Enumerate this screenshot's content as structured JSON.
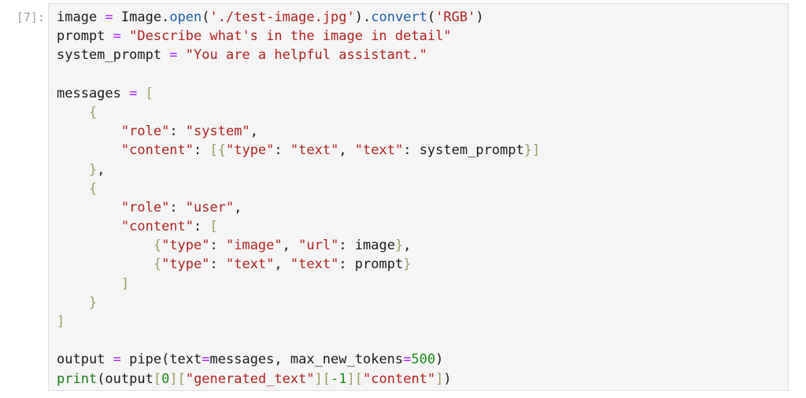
{
  "cell": {
    "prompt": "[7]:",
    "lines": [
      [
        {
          "t": "image ",
          "c": "id"
        },
        {
          "t": "=",
          "c": "op"
        },
        {
          "t": " Image.",
          "c": "id"
        },
        {
          "t": "open",
          "c": "fn"
        },
        {
          "t": "(",
          "c": "id"
        },
        {
          "t": "'./test-image.jpg'",
          "c": "str"
        },
        {
          "t": ").",
          "c": "id"
        },
        {
          "t": "convert",
          "c": "fn"
        },
        {
          "t": "(",
          "c": "id"
        },
        {
          "t": "'RGB'",
          "c": "str"
        },
        {
          "t": ")",
          "c": "id"
        }
      ],
      [
        {
          "t": "prompt ",
          "c": "id"
        },
        {
          "t": "=",
          "c": "op"
        },
        {
          "t": " ",
          "c": "id"
        },
        {
          "t": "\"Describe what's in the image in detail\"",
          "c": "str"
        }
      ],
      [
        {
          "t": "system_prompt ",
          "c": "id"
        },
        {
          "t": "=",
          "c": "op"
        },
        {
          "t": " ",
          "c": "id"
        },
        {
          "t": "\"You are a helpful assistant.\"",
          "c": "str"
        }
      ],
      [],
      [
        {
          "t": "messages ",
          "c": "id"
        },
        {
          "t": "=",
          "c": "op"
        },
        {
          "t": " ",
          "c": "id"
        },
        {
          "t": "[",
          "c": "br"
        }
      ],
      [
        {
          "t": "    ",
          "c": "id"
        },
        {
          "t": "{",
          "c": "br"
        }
      ],
      [
        {
          "t": "        ",
          "c": "id"
        },
        {
          "t": "\"role\"",
          "c": "str"
        },
        {
          "t": ": ",
          "c": "id"
        },
        {
          "t": "\"system\"",
          "c": "str"
        },
        {
          "t": ",",
          "c": "id"
        }
      ],
      [
        {
          "t": "        ",
          "c": "id"
        },
        {
          "t": "\"content\"",
          "c": "str"
        },
        {
          "t": ": ",
          "c": "id"
        },
        {
          "t": "[{",
          "c": "br"
        },
        {
          "t": "\"type\"",
          "c": "str"
        },
        {
          "t": ": ",
          "c": "id"
        },
        {
          "t": "\"text\"",
          "c": "str"
        },
        {
          "t": ", ",
          "c": "id"
        },
        {
          "t": "\"text\"",
          "c": "str"
        },
        {
          "t": ": system_prompt",
          "c": "id"
        },
        {
          "t": "}]",
          "c": "br"
        }
      ],
      [
        {
          "t": "    ",
          "c": "id"
        },
        {
          "t": "}",
          "c": "br"
        },
        {
          "t": ",",
          "c": "id"
        }
      ],
      [
        {
          "t": "    ",
          "c": "id"
        },
        {
          "t": "{",
          "c": "br"
        }
      ],
      [
        {
          "t": "        ",
          "c": "id"
        },
        {
          "t": "\"role\"",
          "c": "str"
        },
        {
          "t": ": ",
          "c": "id"
        },
        {
          "t": "\"user\"",
          "c": "str"
        },
        {
          "t": ",",
          "c": "id"
        }
      ],
      [
        {
          "t": "        ",
          "c": "id"
        },
        {
          "t": "\"content\"",
          "c": "str"
        },
        {
          "t": ": ",
          "c": "id"
        },
        {
          "t": "[",
          "c": "br"
        }
      ],
      [
        {
          "t": "            ",
          "c": "id"
        },
        {
          "t": "{",
          "c": "br"
        },
        {
          "t": "\"type\"",
          "c": "str"
        },
        {
          "t": ": ",
          "c": "id"
        },
        {
          "t": "\"image\"",
          "c": "str"
        },
        {
          "t": ", ",
          "c": "id"
        },
        {
          "t": "\"url\"",
          "c": "str"
        },
        {
          "t": ": image",
          "c": "id"
        },
        {
          "t": "}",
          "c": "br"
        },
        {
          "t": ",",
          "c": "id"
        }
      ],
      [
        {
          "t": "            ",
          "c": "id"
        },
        {
          "t": "{",
          "c": "br"
        },
        {
          "t": "\"type\"",
          "c": "str"
        },
        {
          "t": ": ",
          "c": "id"
        },
        {
          "t": "\"text\"",
          "c": "str"
        },
        {
          "t": ", ",
          "c": "id"
        },
        {
          "t": "\"text\"",
          "c": "str"
        },
        {
          "t": ": prompt",
          "c": "id"
        },
        {
          "t": "}",
          "c": "br"
        }
      ],
      [
        {
          "t": "        ",
          "c": "id"
        },
        {
          "t": "]",
          "c": "br"
        }
      ],
      [
        {
          "t": "    ",
          "c": "id"
        },
        {
          "t": "}",
          "c": "br"
        }
      ],
      [
        {
          "t": "]",
          "c": "br"
        }
      ],
      [],
      [
        {
          "t": "output ",
          "c": "id"
        },
        {
          "t": "=",
          "c": "op"
        },
        {
          "t": " pipe(text",
          "c": "id"
        },
        {
          "t": "=",
          "c": "op"
        },
        {
          "t": "messages, max_new_tokens",
          "c": "id"
        },
        {
          "t": "=",
          "c": "op"
        },
        {
          "t": "500",
          "c": "num"
        },
        {
          "t": ")",
          "c": "id"
        }
      ],
      [
        {
          "t": "print",
          "c": "bi"
        },
        {
          "t": "(output",
          "c": "id"
        },
        {
          "t": "[",
          "c": "br"
        },
        {
          "t": "0",
          "c": "num"
        },
        {
          "t": "][",
          "c": "br"
        },
        {
          "t": "\"generated_text\"",
          "c": "str"
        },
        {
          "t": "][",
          "c": "br"
        },
        {
          "t": "-1",
          "c": "num"
        },
        {
          "t": "][",
          "c": "br"
        },
        {
          "t": "\"content\"",
          "c": "str"
        },
        {
          "t": "]",
          "c": "br"
        },
        {
          "t": ")",
          "c": "id"
        }
      ]
    ]
  },
  "colors": {
    "cell_background": "#f5f5f5",
    "cell_border": "#e0e0e0",
    "prompt_text": "#9e9e9e",
    "string": "#b22222",
    "operator": "#aa22ff",
    "function": "#1f5fa6",
    "number": "#1a8a1a"
  }
}
